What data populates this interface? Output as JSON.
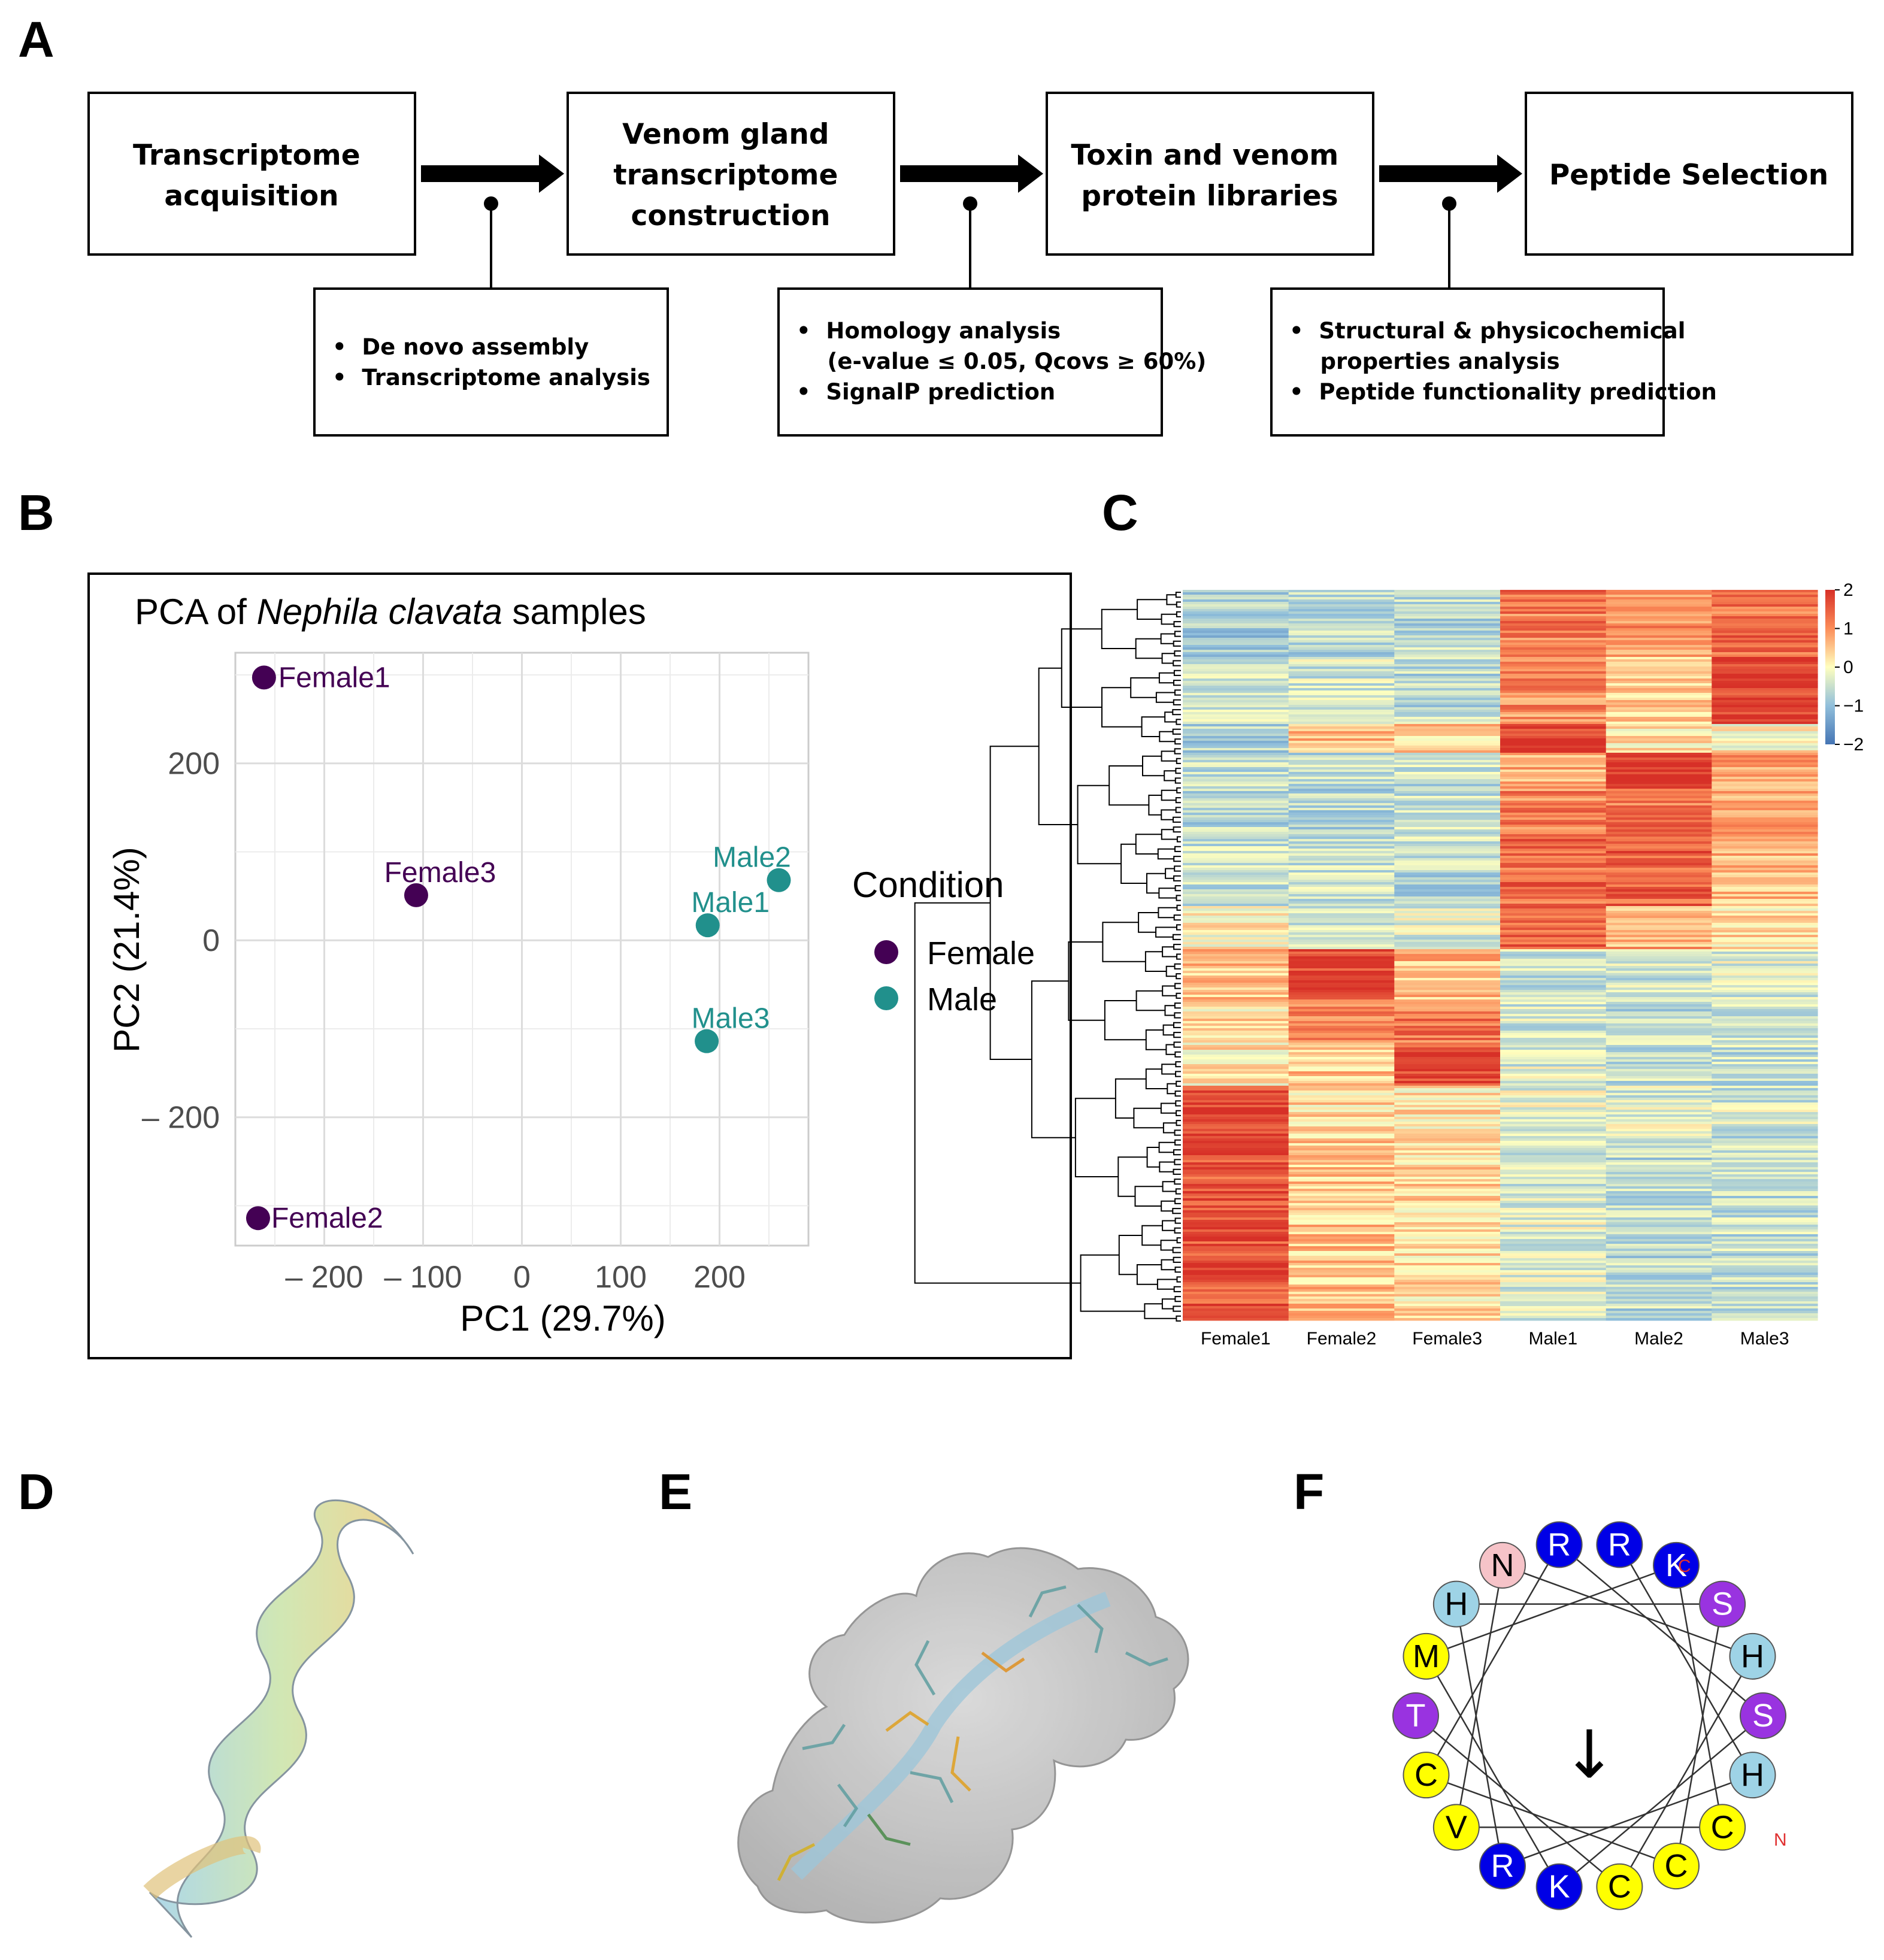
{
  "panels": {
    "A": "A",
    "B": "B",
    "C": "C",
    "D": "D",
    "E": "E",
    "F": "F"
  },
  "workflow": {
    "boxes": [
      {
        "lines": [
          "Transcriptome",
          "acquisition"
        ]
      },
      {
        "lines": [
          "Venom gland",
          "transcriptome",
          "construction"
        ]
      },
      {
        "lines": [
          "Toxin and venom",
          "protein libraries"
        ]
      },
      {
        "lines": [
          "Peptide Selection"
        ]
      }
    ],
    "notes": [
      {
        "lines": [
          "•  De novo assembly",
          "•  Transcriptome analysis"
        ]
      },
      {
        "lines": [
          "•  Homology analysis",
          "    (e-value ≤ 0.05, Qcovs ≥ 60%)",
          "•  SignalP prediction"
        ]
      },
      {
        "lines": [
          "•  Structural & physicochemical",
          "    properties analysis",
          "•  Peptide functionality prediction"
        ]
      }
    ]
  },
  "pca": {
    "title_prefix": "PCA of ",
    "title_species": "Nephila clavata",
    "title_suffix": " samples",
    "legend_title": "Condition",
    "legend": [
      {
        "label": "Female",
        "color": "#440154"
      },
      {
        "label": "Male",
        "color": "#21908C"
      }
    ]
  },
  "chart_data": [
    {
      "type": "scatter",
      "title": "PCA of Nephila clavata samples",
      "xlabel": "PC1 (29.7%)",
      "ylabel": "PC2 (21.4%)",
      "xlim": [
        -290,
        290
      ],
      "ylim": [
        -345,
        325
      ],
      "xticks": [
        -200,
        -100,
        0,
        100,
        200
      ],
      "yticks": [
        -200,
        0,
        200
      ],
      "xtick_labels": [
        "– 200",
        "– 100",
        "0",
        "100",
        "200"
      ],
      "ytick_labels": [
        "– 200",
        "0",
        "200"
      ],
      "grid": true,
      "legend_position": "right",
      "points": [
        {
          "label": "Female1",
          "group": "Female",
          "x": -261,
          "y": 297
        },
        {
          "label": "Female2",
          "group": "Female",
          "x": -267,
          "y": -314
        },
        {
          "label": "Female3",
          "group": "Female",
          "x": -107,
          "y": 51
        },
        {
          "label": "Male1",
          "group": "Male",
          "x": 188,
          "y": 17
        },
        {
          "label": "Male2",
          "group": "Male",
          "x": 260,
          "y": 68
        },
        {
          "label": "Male3",
          "group": "Male",
          "x": 187,
          "y": -114
        }
      ]
    },
    {
      "type": "heatmap",
      "columns": [
        "Female1",
        "Female2",
        "Female3",
        "Male1",
        "Male2",
        "Male3"
      ],
      "colorbar_ticks": [
        "2",
        "1",
        "0",
        "−1",
        "−2"
      ],
      "colorbar_range": [
        -2,
        2
      ],
      "colors": [
        "#4575b4",
        "#91bfdb",
        "#ffffbf",
        "#fc8d59",
        "#d73027"
      ],
      "blocks": [
        {
          "frac": 0.09,
          "values": [
            -0.8,
            -0.6,
            -0.6,
            1.2,
            0.9,
            1.3
          ]
        },
        {
          "frac": 0.09,
          "values": [
            -0.5,
            -0.4,
            -0.6,
            1.0,
            0.5,
            1.8
          ]
        },
        {
          "frac": 0.04,
          "values": [
            -0.7,
            0.6,
            0.4,
            1.9,
            0.3,
            0.1
          ]
        },
        {
          "frac": 0.05,
          "values": [
            -0.6,
            -0.6,
            -0.5,
            0.8,
            1.9,
            0.9
          ]
        },
        {
          "frac": 0.07,
          "values": [
            -0.6,
            -0.6,
            -0.5,
            1.1,
            1.2,
            0.7
          ]
        },
        {
          "frac": 0.09,
          "values": [
            -0.5,
            -0.4,
            -0.6,
            1.4,
            1.5,
            0.6
          ]
        },
        {
          "frac": 0.06,
          "values": [
            0.1,
            -0.5,
            -0.3,
            1.5,
            0.7,
            0.3
          ]
        },
        {
          "frac": 0.07,
          "values": [
            0.5,
            1.8,
            0.6,
            -0.5,
            -0.4,
            -0.3
          ]
        },
        {
          "frac": 0.06,
          "values": [
            0.3,
            1.0,
            1.2,
            -0.4,
            -0.6,
            -0.4
          ]
        },
        {
          "frac": 0.06,
          "values": [
            0.2,
            0.5,
            1.7,
            -0.3,
            -0.5,
            -0.5
          ]
        },
        {
          "frac": 0.07,
          "values": [
            1.8,
            0.3,
            0.2,
            -0.2,
            -0.3,
            -0.4
          ]
        },
        {
          "frac": 0.25,
          "values": [
            1.6,
            0.5,
            0.3,
            -0.3,
            -0.6,
            -0.5
          ]
        }
      ]
    }
  ],
  "helical_wheel": {
    "center_glyph": "↓",
    "terminal_c": "C",
    "terminal_n": "N",
    "residues": [
      {
        "letter": "R",
        "color": "#0000e6",
        "text_color": "#ffffff"
      },
      {
        "letter": "K",
        "color": "#0000e6",
        "text_color": "#ffffff"
      },
      {
        "letter": "S",
        "color": "#9933e0",
        "text_color": "#ffffff"
      },
      {
        "letter": "H",
        "color": "#9ed3e6",
        "text_color": "#000000"
      },
      {
        "letter": "S",
        "color": "#9933e0",
        "text_color": "#ffffff"
      },
      {
        "letter": "H",
        "color": "#9ed3e6",
        "text_color": "#000000"
      },
      {
        "letter": "C",
        "color": "#ffff00",
        "text_color": "#000000"
      },
      {
        "letter": "C",
        "color": "#ffff00",
        "text_color": "#000000"
      },
      {
        "letter": "C",
        "color": "#ffff00",
        "text_color": "#000000"
      },
      {
        "letter": "K",
        "color": "#0000e6",
        "text_color": "#ffffff"
      },
      {
        "letter": "R",
        "color": "#0000e6",
        "text_color": "#ffffff"
      },
      {
        "letter": "V",
        "color": "#ffff00",
        "text_color": "#000000"
      },
      {
        "letter": "C",
        "color": "#ffff00",
        "text_color": "#000000"
      },
      {
        "letter": "T",
        "color": "#9933e0",
        "text_color": "#ffffff"
      },
      {
        "letter": "M",
        "color": "#ffff00",
        "text_color": "#000000"
      },
      {
        "letter": "H",
        "color": "#9ed3e6",
        "text_color": "#000000"
      },
      {
        "letter": "N",
        "color": "#f6c3c8",
        "text_color": "#000000"
      },
      {
        "letter": "R",
        "color": "#0000e6",
        "text_color": "#ffffff"
      }
    ]
  }
}
